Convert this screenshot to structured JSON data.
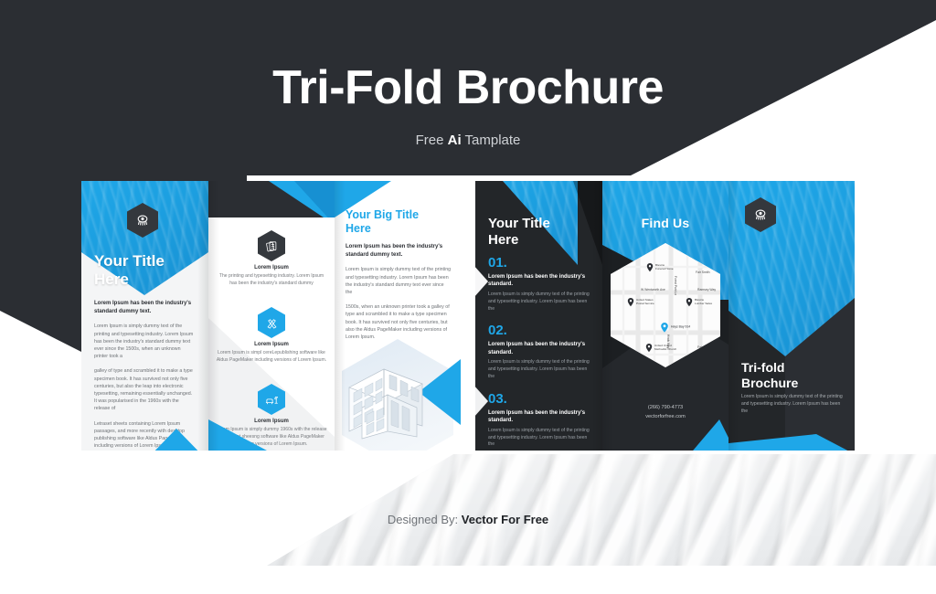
{
  "header": {
    "title": "Tri-Fold Brochure",
    "subtitle_prefix": "Free ",
    "subtitle_bold": "Ai",
    "subtitle_suffix": " Tamplate"
  },
  "footer": {
    "prefix": "Designed By: ",
    "author": "Vector For Free"
  },
  "colors": {
    "accent_blue": "#1fa7e8",
    "dark": "#2b2e33",
    "panel_dark": "#232629",
    "light_panel": "#f4f5f6"
  },
  "brochure_front": {
    "panel_cover": {
      "icon": "eye-hexagon-logo",
      "title": "Your Title\nHere",
      "lead": "Lorem Ipsum has been the industry's standard dummy text.",
      "paragraphs": [
        "Lorem Ipsum is simply dummy text of the printing and typesetting industry. Lorem Ipsum has been the industry's standard dummy text ever since the 1500s, when an unknown printer took a",
        "galley of type and scrambled it to make a type specimen book. It has survived not only five centuries, but also the leap into electronic typesetting, remaining essentially unchanged. It was popularised in the 1960s with the release of",
        "Letraset sheets containing Lorem Ipsum passages, and more recently with desktop publishing software like Aldus PageMaker including versions of Lorem Ipsum."
      ]
    },
    "panel_features": {
      "items": [
        {
          "icon": "cards-hexagon-icon",
          "icon_style": "dark",
          "label": "Lorem Ipsum",
          "text": "The printing and typesetting industry. Lorem Ipsum has been the industry's standard dummy"
        },
        {
          "icon": "pen-pencil-hexagon-icon",
          "icon_style": "blue",
          "label": "Lorem Ipsum",
          "text": "Lorem Ipsum is simpl cereLepublishing software like Aldus PageMaker including versions of Lorem Ipsum."
        },
        {
          "icon": "lamp-sofa-hexagon-icon",
          "icon_style": "blue",
          "label": "Lorem Ipsum",
          "text": "Lorem Ipsum is simply dummy 1960s with the release of Letraset sheesng software like Aldus PageMaker including versions of Lorem Ipsum."
        }
      ]
    },
    "panel_big": {
      "title": "Your Big Title\nHere",
      "lead": "Lorem Ipsum has been the industry's standard dummy text.",
      "paragraphs": [
        "Lorem Ipsum is simply dummy text of the printing and typesetting industry. Lorem Ipsum has been the industry's standard dummy text ever since the",
        "1500s, when an unknown printer took a galley of type and scrambled it to make a type specimen book. It has survived not only five centuries, but also the  Aldus PageMaker including versions of Lorem Ipsum."
      ],
      "image": "isometric-building-illustration"
    }
  },
  "brochure_back": {
    "panel_numbered": {
      "title": "Your Title\nHere",
      "items": [
        {
          "number": "01.",
          "heading": "Lorem Ipsum has been the industry's standard.",
          "text": "Lorem Ipsum is simply dummy text of the printing and typesetting industry. Lorem Ipsum has been the"
        },
        {
          "number": "02.",
          "heading": "Lorem Ipsum has been the industry's standard.",
          "text": "Lorem Ipsum is simply dummy text of the printing and typesetting industry. Lorem Ipsum has been the"
        },
        {
          "number": "03.",
          "heading": "Lorem Ipsum has been the industry's standard.",
          "text": "Lorem Ipsum is simply dummy text of the printing and typesetting industry. Lorem Ipsum has been the"
        }
      ]
    },
    "panel_findus": {
      "title": "Find Us",
      "map": {
        "image": "hexagon-street-map",
        "markers": [
          {
            "label": "Blevins Funeral Home"
          },
          {
            "label": "United States Postal Service"
          },
          {
            "label": "Blevins Lumber Sales"
          },
          {
            "label": "Hays Bay 914"
          },
          {
            "label": "United United Methodist Church"
          }
        ],
        "streets": [
          "W Wentworth Ave",
          "Fair Lane",
          "Ramsey Way",
          "Farr Smith",
          "Forest Park"
        ]
      },
      "phone": "(266) 790-4773",
      "website": "vectorforfree.com"
    },
    "panel_cover_back": {
      "icon": "eye-hexagon-logo",
      "title": "Tri-fold\nBrochure",
      "text": "Lorem Ipsum is simply dummy text of the printing and typesetting industry. Lorem Ipsum has been the"
    }
  }
}
